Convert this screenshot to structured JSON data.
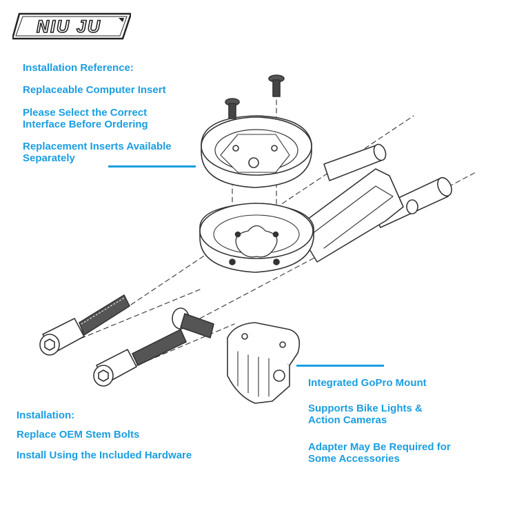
{
  "brand": {
    "name": "NIU JU"
  },
  "colors": {
    "accent": "#1a9ee0",
    "line": "#333333"
  },
  "notes_top": [
    "Installation Reference:",
    "Replaceable Computer Insert",
    "Please Select the Correct\nInterface Before Ordering",
    "Replacement Inserts Available\nSeparately"
  ],
  "notes_bottom_left": [
    "Installation:",
    "Replace OEM Stem Bolts",
    "Install Using the Included Hardware"
  ],
  "notes_bottom_right": [
    "Integrated GoPro Mount",
    "Supports Bike Lights &\nAction Cameras",
    "Adapter May Be Required for\nSome Accessories"
  ]
}
